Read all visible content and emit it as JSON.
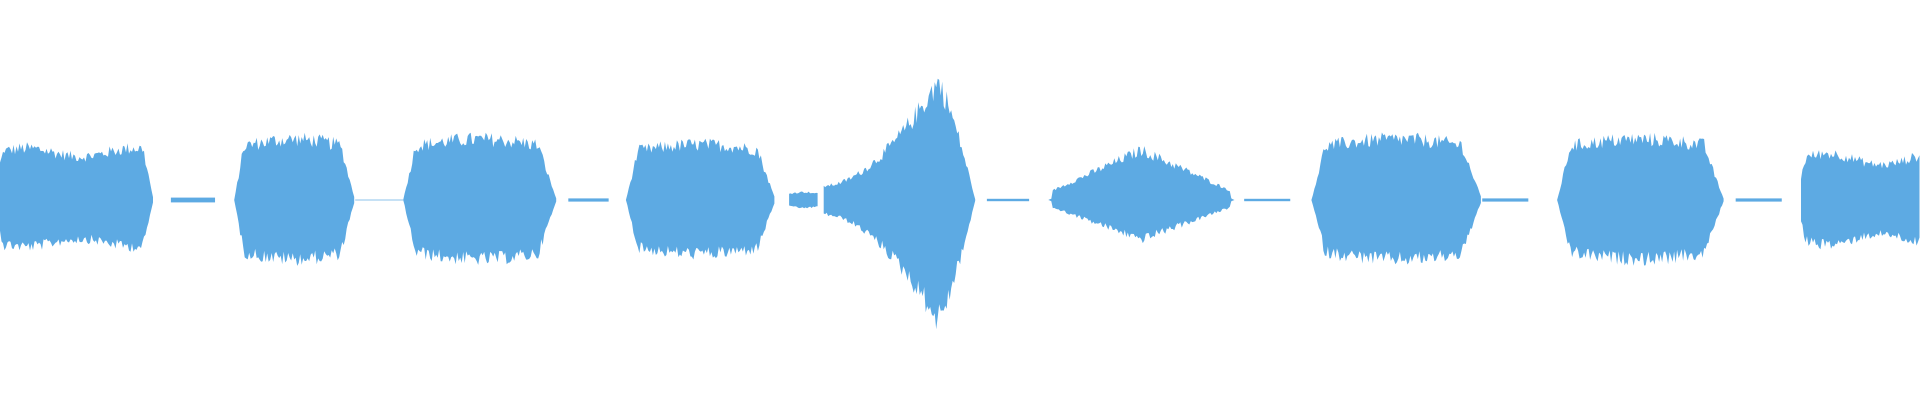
{
  "waveform": {
    "color": "#5DAAE3",
    "background": "#FFFFFF",
    "segments": [
      {
        "id": "seg-1",
        "type": "sound",
        "start": 0.0,
        "end": 0.08,
        "peak_up": 0.145,
        "peak_down": 0.13,
        "shape": "flat-taper-end"
      },
      {
        "id": "gap-1",
        "type": "silence",
        "start": 0.089,
        "end": 0.112,
        "level": 0.012
      },
      {
        "id": "seg-2",
        "type": "sound",
        "start": 0.122,
        "end": 0.185,
        "peak_up": 0.17,
        "peak_down": 0.165,
        "shape": "swell"
      },
      {
        "id": "gap-2",
        "type": "silence",
        "start": 0.185,
        "end": 0.21,
        "level": 0.0
      },
      {
        "id": "seg-3",
        "type": "sound",
        "start": 0.21,
        "end": 0.29,
        "peak_up": 0.17,
        "peak_down": 0.165,
        "shape": "swell"
      },
      {
        "id": "gap-3",
        "type": "silence",
        "start": 0.296,
        "end": 0.317,
        "level": 0.008
      },
      {
        "id": "seg-4",
        "type": "sound",
        "start": 0.326,
        "end": 0.404,
        "peak_up": 0.155,
        "peak_down": 0.15,
        "shape": "swell"
      },
      {
        "id": "blip-1",
        "type": "sound",
        "start": 0.411,
        "end": 0.426,
        "peak_up": 0.022,
        "peak_down": 0.022,
        "shape": "blip"
      },
      {
        "id": "seg-5",
        "type": "sound",
        "start": 0.429,
        "end": 0.508,
        "peak_up": 0.33,
        "peak_down": 0.335,
        "shape": "crescendo"
      },
      {
        "id": "gap-4",
        "type": "silence",
        "start": 0.514,
        "end": 0.536,
        "level": 0.006
      },
      {
        "id": "seg-6",
        "type": "sound",
        "start": 0.546,
        "end": 0.643,
        "peak_up": 0.14,
        "peak_down": 0.11,
        "shape": "diamond"
      },
      {
        "id": "gap-5",
        "type": "silence",
        "start": 0.648,
        "end": 0.672,
        "level": 0.006
      },
      {
        "id": "seg-7",
        "type": "sound",
        "start": 0.683,
        "end": 0.772,
        "peak_up": 0.17,
        "peak_down": 0.165,
        "shape": "swell"
      },
      {
        "id": "gap-6",
        "type": "silence",
        "start": 0.772,
        "end": 0.796,
        "level": 0.008
      },
      {
        "id": "seg-8",
        "type": "sound",
        "start": 0.811,
        "end": 0.898,
        "peak_up": 0.17,
        "peak_down": 0.165,
        "shape": "swell"
      },
      {
        "id": "gap-7",
        "type": "silence",
        "start": 0.904,
        "end": 0.928,
        "level": 0.008
      },
      {
        "id": "seg-9",
        "type": "sound",
        "start": 0.938,
        "end": 1.0,
        "peak_up": 0.13,
        "peak_down": 0.125,
        "shape": "flat-taper-start"
      }
    ]
  }
}
